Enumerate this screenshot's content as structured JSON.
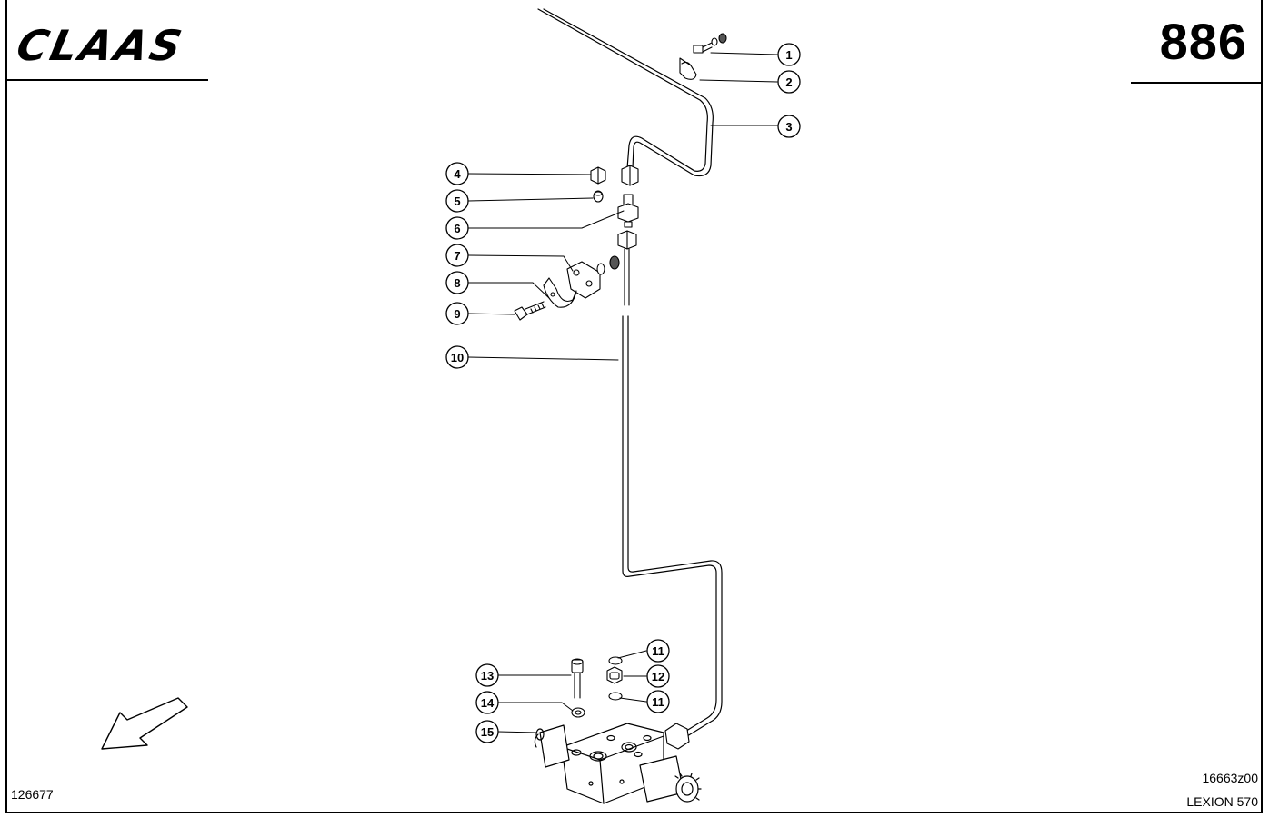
{
  "header": {
    "logo_text": "CLAAS",
    "page_number": "886"
  },
  "footer": {
    "drawing_number": "126677",
    "diagram_code": "16663z00",
    "model": "LEXION 570"
  },
  "callouts": [
    "1",
    "2",
    "3",
    "4",
    "5",
    "6",
    "7",
    "8",
    "9",
    "10",
    "11",
    "12",
    "11",
    "13",
    "14",
    "15"
  ],
  "icons": {
    "direction": "direction-arrow-icon"
  }
}
